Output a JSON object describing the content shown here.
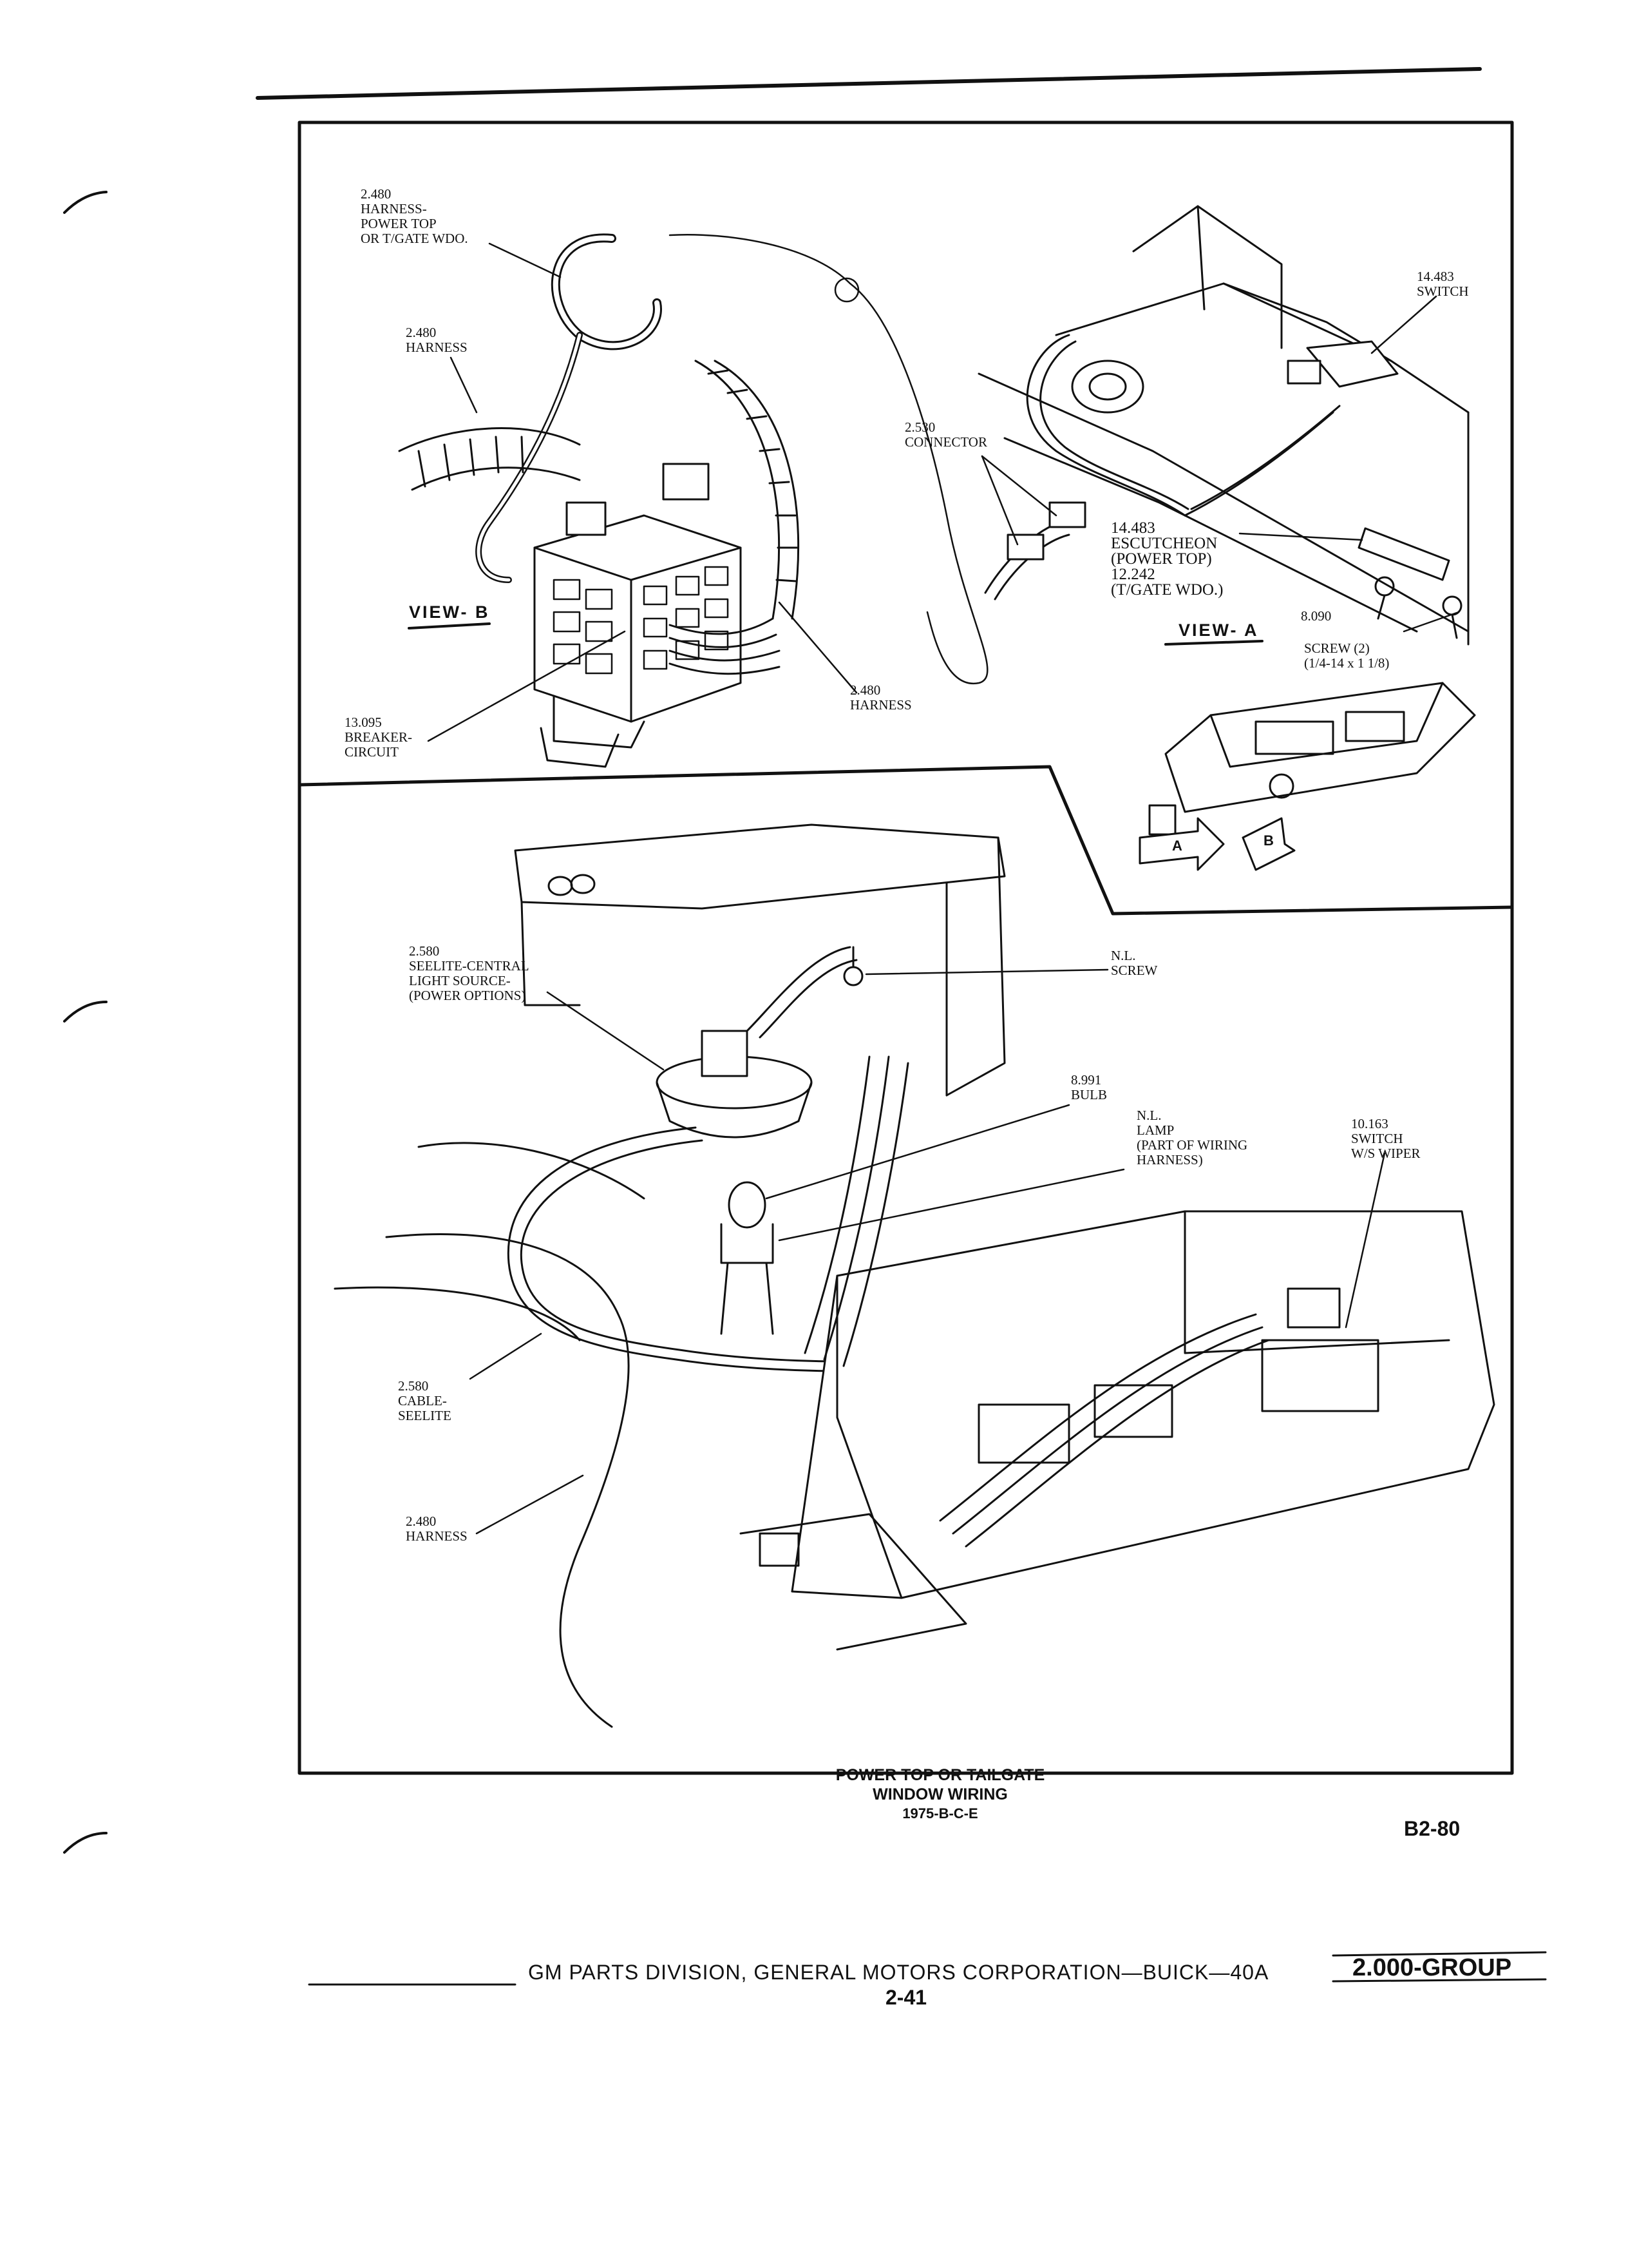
{
  "labels": {
    "harness_top": "2.480\nHARNESS-\nPOWER TOP\nOR T/GATE WDO.",
    "harness_left": "2.480\nHARNESS",
    "view_b": "VIEW- B",
    "breaker": "13.095\nBREAKER-\nCIRCUIT",
    "harness_mid": "2.480\nHARNESS",
    "connector": "2.530\nCONNECTOR",
    "switch_top": "14.483\nSWITCH",
    "escutcheon": "14.483\nESCUTCHEON\n(POWER TOP)\n12.242\n(T/GATE WDO.)",
    "screw_num": "8.090",
    "view_a": "VIEW- A",
    "screw": "SCREW (2)\n(1/4-14 x 1 1/8)",
    "seelite": "2.580\nSEELITE-CENTRAL\nLIGHT SOURCE-\n(POWER OPTIONS)",
    "nl_screw": "N.L.\nSCREW",
    "bulb": "8.991\nBULB",
    "nl_lamp": "N.L.\nLAMP\n(PART OF WIRING\nHARNESS)",
    "switch_wiper": "10.163\nSWITCH\nW/S WIPER",
    "cable": "2.580\nCABLE-\nSEELITE",
    "harness_bottom": "2.480\nHARNESS",
    "arrow_a": "A",
    "arrow_b": "B"
  },
  "caption": {
    "line1": "POWER TOP OR TAILGATE",
    "line2": "WINDOW WIRING",
    "line3": "1975-B-C-E"
  },
  "figure_code": "B2-80",
  "footer": {
    "division": "GM PARTS DIVISION, GENERAL MOTORS CORPORATION—BUICK—40A",
    "page": "2-41",
    "group": "2.000-GROUP"
  }
}
